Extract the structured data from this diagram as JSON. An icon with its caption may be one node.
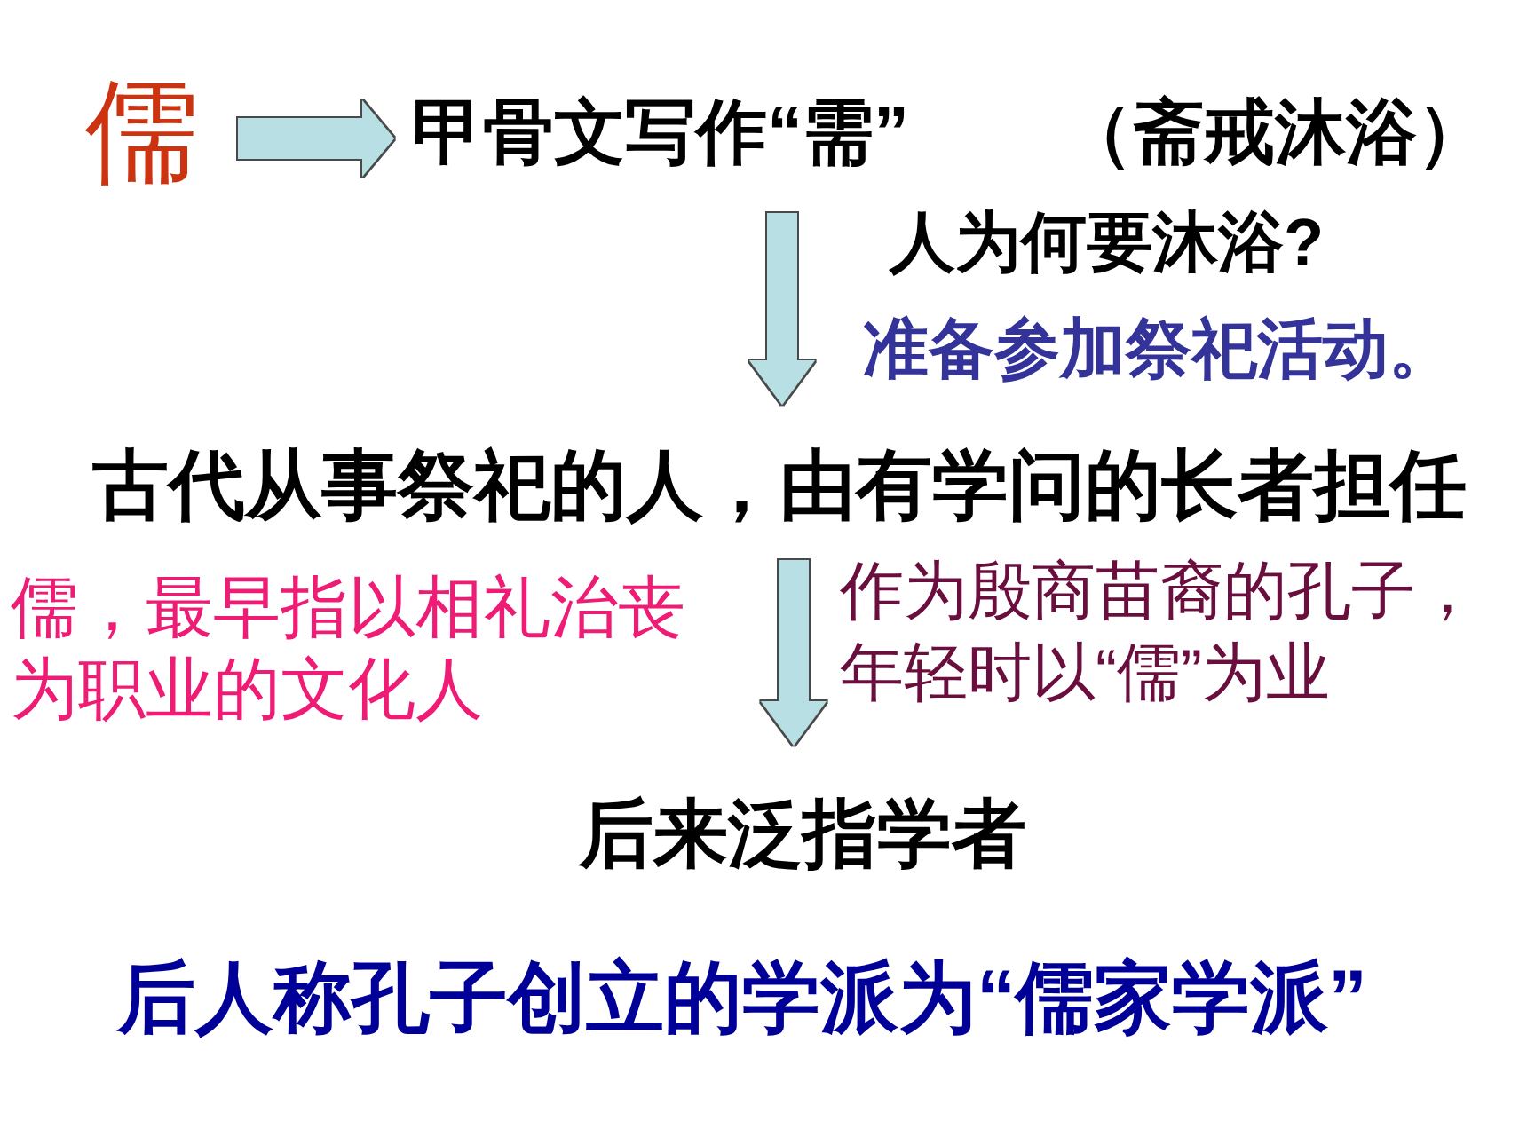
{
  "diagram": {
    "nodes": [
      {
        "text": [
          "儒"
        ]
      },
      {
        "text": [
          "甲骨文写作“需”"
        ],
        "beside": [
          "（斋戒沐浴）"
        ]
      },
      {
        "text": [
          "古代从事祭祀的人，由有学问的长者担任"
        ]
      },
      {
        "text": [
          "后来泛指学者"
        ]
      }
    ],
    "edges": [
      {
        "from": 0,
        "to": 1,
        "arrow": "to"
      },
      {
        "from": 1,
        "to": 2,
        "arrow": "to"
      },
      {
        "from": 2,
        "to": 3,
        "arrow": "to"
      }
    ],
    "labels": [
      "人为何要沐浴?",
      "准备参加祭祀活动。",
      "儒，最早指以相礼治丧为职业的文化人",
      "作为殷商苗裔的孔子，年轻时以“儒”为业",
      "后人称孔子创立的学派为“儒家学派”"
    ]
  }
}
